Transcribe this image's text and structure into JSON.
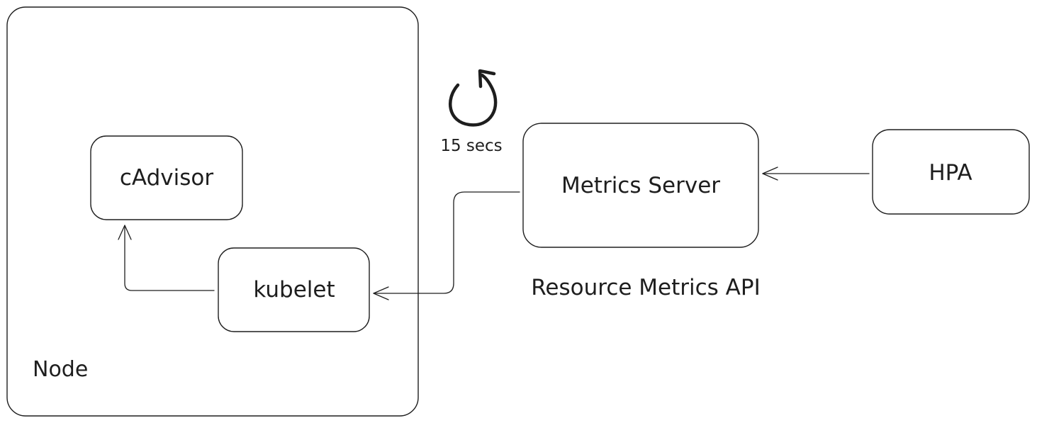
{
  "diagram": {
    "nodes": {
      "node_group": {
        "label": "Node"
      },
      "cadvisor": {
        "label": "cAdvisor"
      },
      "kubelet": {
        "label": "kubelet"
      },
      "metrics_server": {
        "label": "Metrics Server"
      },
      "hpa": {
        "label": "HPA"
      }
    },
    "annotations": {
      "refresh_interval": "15 secs",
      "api_label": "Resource Metrics API"
    },
    "edges": [
      {
        "from": "kubelet",
        "to": "cadvisor"
      },
      {
        "from": "metrics_server",
        "to": "kubelet"
      },
      {
        "from": "hpa",
        "to": "metrics_server"
      }
    ],
    "icons": {
      "refresh": "refresh-cycle-icon"
    },
    "colors": {
      "stroke": "#1e1e1e",
      "background": "#ffffff"
    }
  }
}
